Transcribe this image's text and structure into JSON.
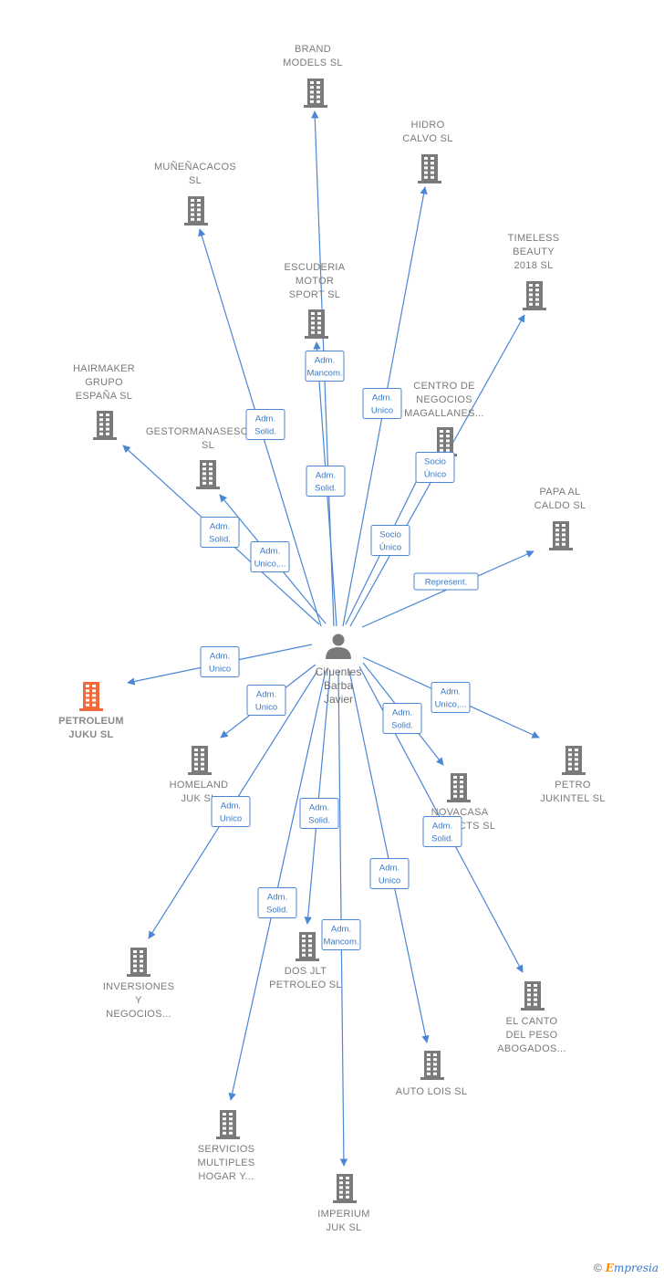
{
  "center": {
    "name_lines": [
      "Cifuentes",
      "Barba",
      "Javier"
    ],
    "icon": "person-icon"
  },
  "nodes": [
    {
      "id": "brand-models",
      "lines": [
        "BRAND",
        "MODELS  SL"
      ],
      "icon": "building-icon"
    },
    {
      "id": "hidro-calvo",
      "lines": [
        "HIDRO",
        "CALVO  SL"
      ],
      "icon": "building-icon"
    },
    {
      "id": "munecacos",
      "lines": [
        "MUÑEÑACACOS",
        "SL"
      ],
      "icon": "building-icon"
    },
    {
      "id": "timeless",
      "lines": [
        "TIMELESS",
        "BEAUTY",
        "2018  SL"
      ],
      "icon": "building-icon"
    },
    {
      "id": "escuderia",
      "lines": [
        "ESCUDERIA",
        "MOTOR",
        "SPORT  SL"
      ],
      "icon": "building-icon"
    },
    {
      "id": "hairmaker",
      "lines": [
        "HAIRMAKER",
        "GRUPO",
        "ESPAÑA  SL"
      ],
      "icon": "building-icon"
    },
    {
      "id": "centro",
      "lines": [
        "CENTRO DE",
        "NEGOCIOS",
        "MAGALLANES..."
      ],
      "icon": "building-icon"
    },
    {
      "id": "gestor",
      "lines": [
        "GESTORMANASESORES",
        "SL"
      ],
      "icon": "building-icon"
    },
    {
      "id": "papa",
      "lines": [
        "PAPA AL",
        "CALDO  SL"
      ],
      "icon": "building-icon"
    },
    {
      "id": "petroleum",
      "lines": [
        "PETROLEUM",
        "JUKU  SL"
      ],
      "icon": "building-icon",
      "focus": true
    },
    {
      "id": "homeland",
      "lines": [
        "HOMELAND",
        "JUK  SL"
      ],
      "icon": "building-icon"
    },
    {
      "id": "novacasa",
      "lines": [
        "NOVACASA",
        "PROJECTS  SL"
      ],
      "icon": "building-icon"
    },
    {
      "id": "petro-jukintel",
      "lines": [
        "PETRO",
        "JUKINTEL  SL"
      ],
      "icon": "building-icon"
    },
    {
      "id": "inversiones",
      "lines": [
        "INVERSIONES",
        "Y",
        "NEGOCIOS..."
      ],
      "icon": "building-icon"
    },
    {
      "id": "dos-jlt",
      "lines": [
        "DOS JLT",
        "PETROLEO  SL"
      ],
      "icon": "building-icon"
    },
    {
      "id": "el-canto",
      "lines": [
        "EL CANTO",
        "DEL PESO",
        "ABOGADOS..."
      ],
      "icon": "building-icon"
    },
    {
      "id": "auto-lois",
      "lines": [
        "AUTO LOIS  SL"
      ],
      "icon": "building-icon"
    },
    {
      "id": "servicios",
      "lines": [
        "SERVICIOS",
        "MULTIPLES",
        "HOGAR Y..."
      ],
      "icon": "building-icon"
    },
    {
      "id": "imperium",
      "lines": [
        "IMPERIUM",
        "JUK  SL"
      ],
      "icon": "building-icon"
    }
  ],
  "edges": [
    {
      "to": "brand-models",
      "label": [
        "Adm.",
        "Mancom."
      ]
    },
    {
      "to": "hidro-calvo",
      "label": [
        "Adm.",
        "Unico"
      ]
    },
    {
      "to": "munecacos",
      "label": [
        "Adm.",
        "Solid."
      ]
    },
    {
      "to": "timeless",
      "label": [
        "Socio",
        "Único"
      ]
    },
    {
      "to": "escuderia",
      "label": [
        "Adm.",
        "Solid."
      ]
    },
    {
      "to": "hairmaker",
      "label": [
        "Adm.",
        "Solid."
      ]
    },
    {
      "to": "centro",
      "label": [
        "Socio",
        "Único"
      ]
    },
    {
      "to": "gestor",
      "label": [
        "Adm.",
        "Unico,..."
      ]
    },
    {
      "to": "papa",
      "label": [
        "Represent."
      ]
    },
    {
      "to": "petroleum",
      "label": [
        "Adm.",
        "Unico"
      ]
    },
    {
      "to": "homeland",
      "label": [
        "Adm.",
        "Unico"
      ]
    },
    {
      "to": "novacasa",
      "label": [
        "Adm.",
        "Solid."
      ]
    },
    {
      "to": "petro-jukintel",
      "label": [
        "Adm.",
        "Unico,..."
      ]
    },
    {
      "to": "inversiones",
      "label": [
        "Adm.",
        "Unico"
      ]
    },
    {
      "to": "dos-jlt",
      "label": [
        "Adm.",
        "Solid."
      ]
    },
    {
      "to": "el-canto",
      "label": [
        "Adm.",
        "Solid."
      ]
    },
    {
      "to": "auto-lois",
      "label": [
        "Adm.",
        "Unico"
      ]
    },
    {
      "to": "servicios",
      "label": [
        "Adm.",
        "Solid."
      ]
    },
    {
      "to": "imperium",
      "label": [
        "Adm.",
        "Mancom."
      ]
    }
  ],
  "colors": {
    "edge": "#4a86d4",
    "node": "#7a7a7a",
    "focus": "#f26a3a"
  },
  "brand": {
    "copyright": "©",
    "initial": "E",
    "rest": "mpresia"
  }
}
